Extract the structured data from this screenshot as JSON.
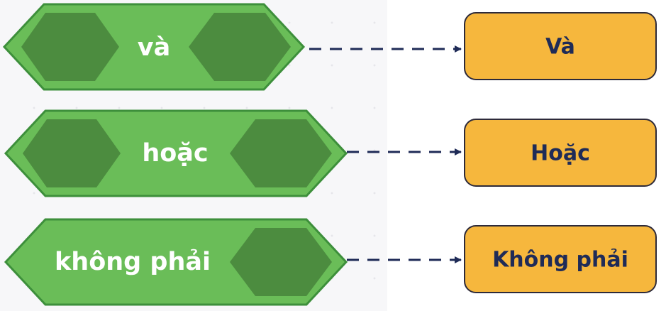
{
  "colors": {
    "block_fill": "#6abd58",
    "block_stroke": "#3d8f3b",
    "slot_fill": "#4c8c3f",
    "box_fill": "#f6b73d",
    "box_stroke": "#2d2a3a",
    "arrow": "#1f2b57",
    "block_text": "#ffffff",
    "box_text": "#1f2b57"
  },
  "blocks": [
    {
      "label": "và",
      "translation": "Và"
    },
    {
      "label": "hoặc",
      "translation": "Hoặc"
    },
    {
      "label": "không phải",
      "translation": "Không phải"
    }
  ]
}
